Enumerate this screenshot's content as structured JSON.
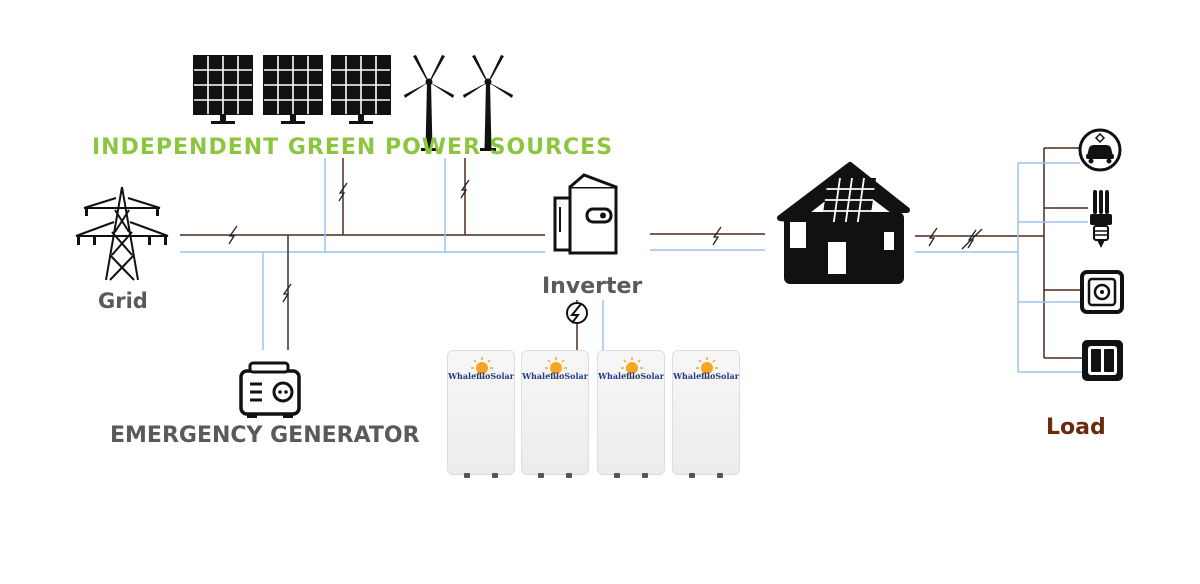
{
  "labels": {
    "title": "INDEPENDENT GREEN POWER SOURCES",
    "grid": "Grid",
    "inverter": "Inverter",
    "generator": "EMERGENCY GENERATOR",
    "load": "Load"
  },
  "batteries": [
    {
      "brand": "WhaleflloSolar"
    },
    {
      "brand": "WhaleflloSolar"
    },
    {
      "brand": "WhaleflloSolar"
    },
    {
      "brand": "WhaleflloSolar"
    }
  ],
  "colors": {
    "title_green": "#8cc63f",
    "label_gray": "#5a5a5a",
    "load_brown": "#6b2a0e",
    "ac_line": "#4a2c1a",
    "dc_line": "#9cc3ea",
    "sun": "#f5a623"
  },
  "icons": [
    "solar-panel-icon",
    "wind-turbine-icon",
    "transmission-tower-icon",
    "inverter-icon",
    "house-icon",
    "generator-icon",
    "battery-icon",
    "ev-charger-icon",
    "light-bulb-icon",
    "power-socket-icon",
    "light-switch-icon"
  ]
}
